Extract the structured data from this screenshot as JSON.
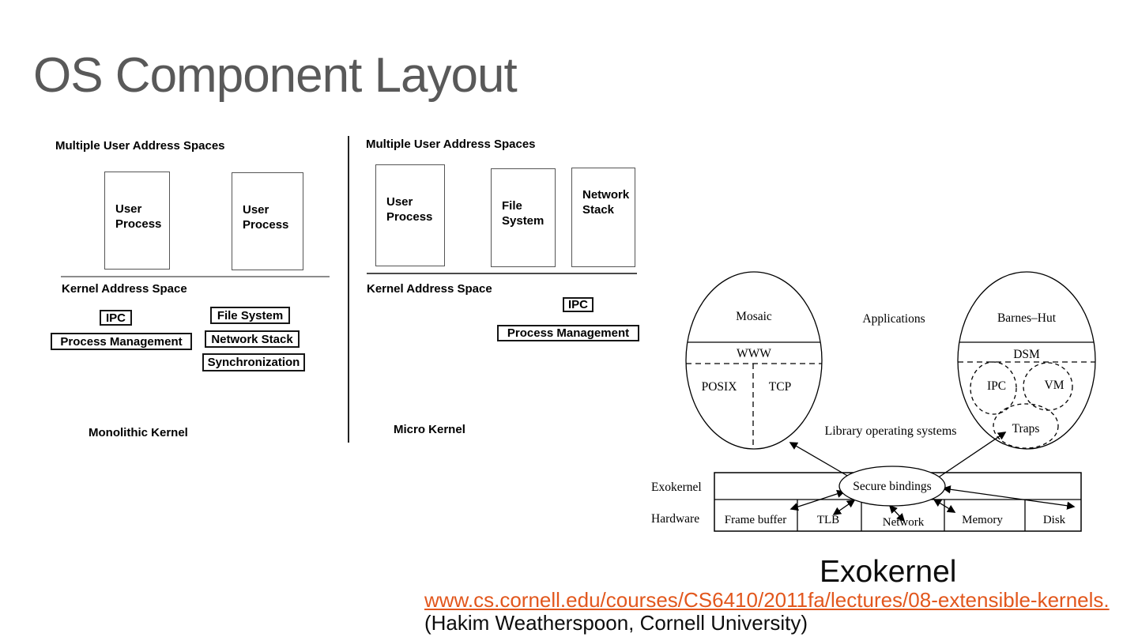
{
  "slide": {
    "title": "OS Component Layout",
    "title_color": "#595959",
    "caption": "Exokernel",
    "link": "www.cs.cornell.edu/courses/CS6410/2011fa/lectures/08-extensible-kernels.",
    "link_color": "#E2571D",
    "attribution": "(Hakim Weatherspoon, Cornell University)"
  },
  "monolithic": {
    "user_space_label": "Multiple User Address Spaces",
    "kernel_space_label": "Kernel Address Space",
    "caption": "Monolithic Kernel",
    "user_boxes": [
      "User Process",
      "User Process"
    ],
    "kernel_boxes": [
      "IPC",
      "Process Management",
      "File System",
      "Network Stack",
      "Synchronization"
    ]
  },
  "micro": {
    "user_space_label": "Multiple User Address Spaces",
    "kernel_space_label": "Kernel Address Space",
    "caption": "Micro Kernel",
    "user_boxes": [
      "User Process",
      "File System",
      "Network Stack"
    ],
    "kernel_boxes": [
      "IPC",
      "Process Management"
    ]
  },
  "exokernel": {
    "applications_label": "Applications",
    "libos_label": "Library operating systems",
    "left_ellipse": {
      "app": "Mosaic",
      "band": "WWW",
      "lib_left": "POSIX",
      "lib_right": "TCP"
    },
    "right_ellipse": {
      "app": "Barnes–Hut",
      "band": "DSM",
      "circle_1": "IPC",
      "circle_2": "VM",
      "circle_3": "Traps"
    },
    "exokernel_label": "Exokernel",
    "hardware_label": "Hardware",
    "secure_bindings_label": "Secure bindings",
    "hardware_cells": [
      "Frame buffer",
      "TLB",
      "Network",
      "Memory",
      "Disk"
    ]
  }
}
